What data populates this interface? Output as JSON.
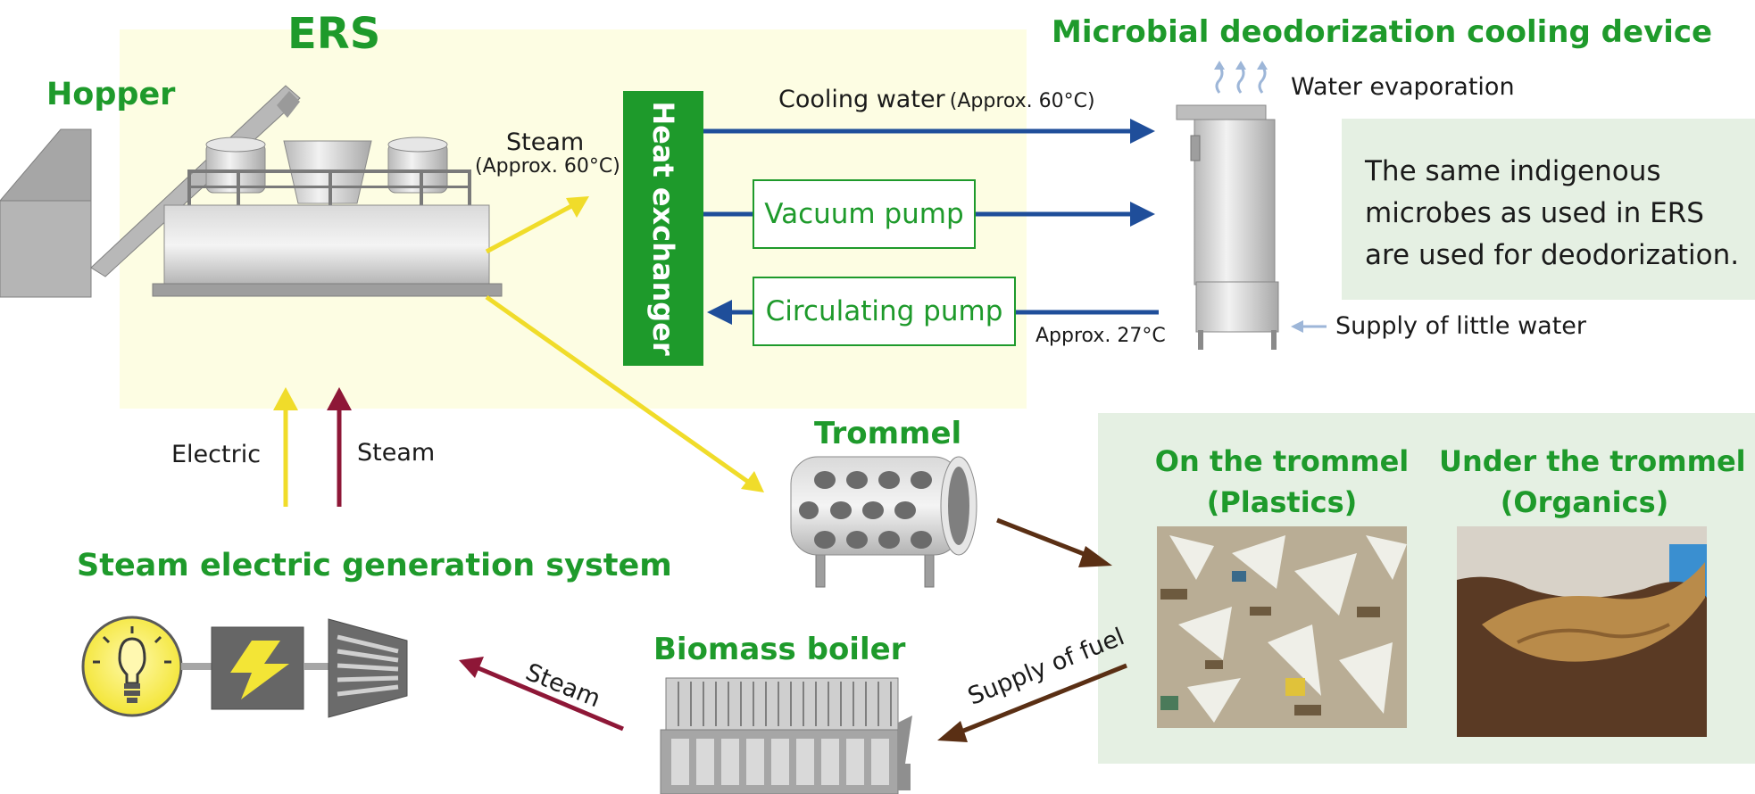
{
  "titles": {
    "ers": "ERS",
    "hopper": "Hopper",
    "cooling_device": "Microbial deodorization cooling device",
    "trommel": "Trommel",
    "steam_generation": "Steam electric generation system",
    "biomass_boiler": "Biomass boiler",
    "on_trommel_line1": "On the trommel",
    "on_trommel_line2": "(Plastics)",
    "under_trommel_line1": "Under the trommel",
    "under_trommel_line2": "(Organics)"
  },
  "heat_exchanger": {
    "label": "Heat exchanger"
  },
  "pumps": {
    "vacuum": "Vacuum pump",
    "circulating": "Circulating pump"
  },
  "flow_labels": {
    "steam_main": "Steam",
    "steam_temp": "(Approx. 60°C)",
    "cooling_water": "Cooling water",
    "cooling_water_temp": "(Approx. 60°C)",
    "return_temp": "Approx. 27°C",
    "water_evaporation": "Water evaporation",
    "supply_little_water": "Supply of little water",
    "electric": "Electric",
    "steam_up": "Steam",
    "steam_boiler": "Steam",
    "supply_fuel": "Supply of fuel"
  },
  "note": {
    "lines": [
      "The same indigenous",
      "microbes as used in ERS",
      "are used for deodorization."
    ]
  },
  "colors": {
    "title_green": "#1e9a2b",
    "ers_zone": "#fdfde3",
    "note_bg": "#e5f0e3",
    "arrow_blue": "#1f4e9a",
    "arrow_yellow": "#f0dc2a",
    "arrow_red": "#8e1737",
    "arrow_brown": "#5a2f14",
    "machine_gray": "#a6a6a6"
  }
}
